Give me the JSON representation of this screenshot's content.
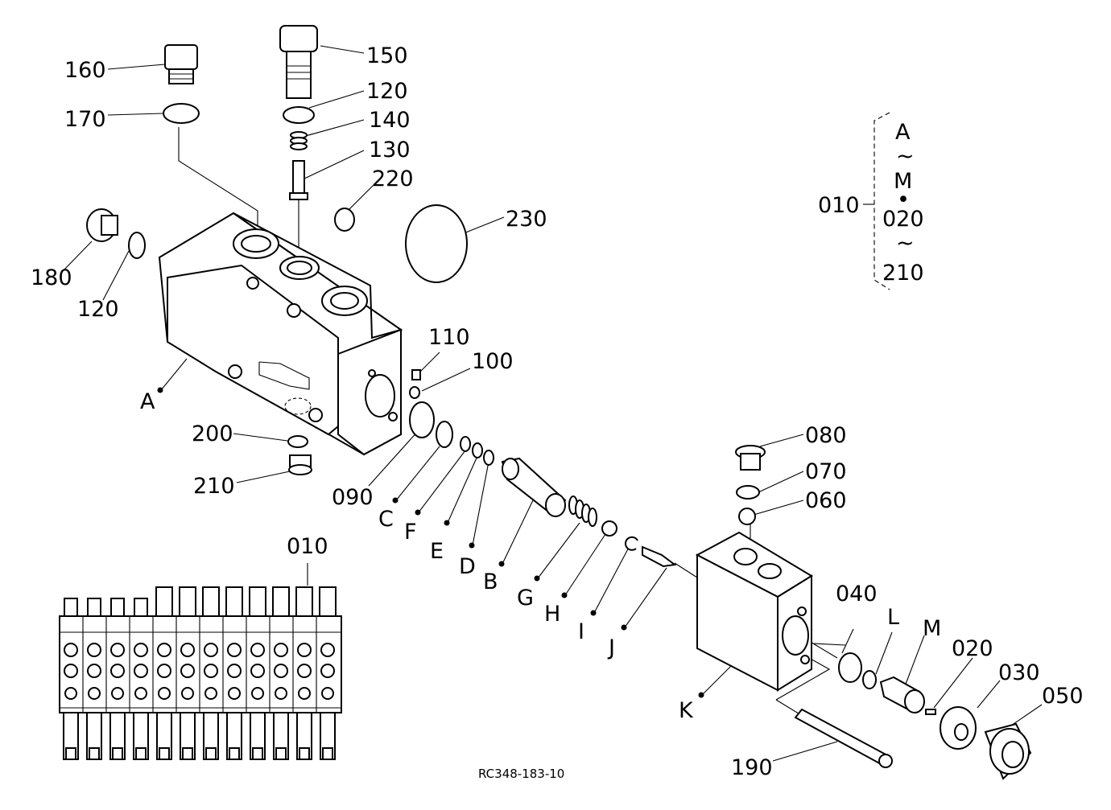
{
  "drawing": {
    "reference": "RC348-183-10",
    "part_labels": {
      "p160": "160",
      "p170": "170",
      "p150": "150",
      "p120a": "120",
      "p140": "140",
      "p130": "130",
      "p220": "220",
      "p230": "230",
      "p180": "180",
      "p120b": "120",
      "p110": "110",
      "p100": "100",
      "p200": "200",
      "p210": "210",
      "p090": "090",
      "p080": "080",
      "p070": "070",
      "p060": "060",
      "p040": "040",
      "p020": "020",
      "p030": "030",
      "p050": "050",
      "p190": "190",
      "p010": "010"
    },
    "callout_letters": {
      "A": "A",
      "B": "B",
      "C": "C",
      "D": "D",
      "E": "E",
      "F": "F",
      "G": "G",
      "H": "H",
      "I": "I",
      "J": "J",
      "K": "K",
      "L": "L",
      "M": "M"
    },
    "legend": {
      "assembly": "010",
      "range1_start": "A",
      "range1_sep": "~",
      "range1_end": "M",
      "bullet": "•",
      "range2_start": "020",
      "range2_sep": "~",
      "range2_end": "210"
    }
  }
}
